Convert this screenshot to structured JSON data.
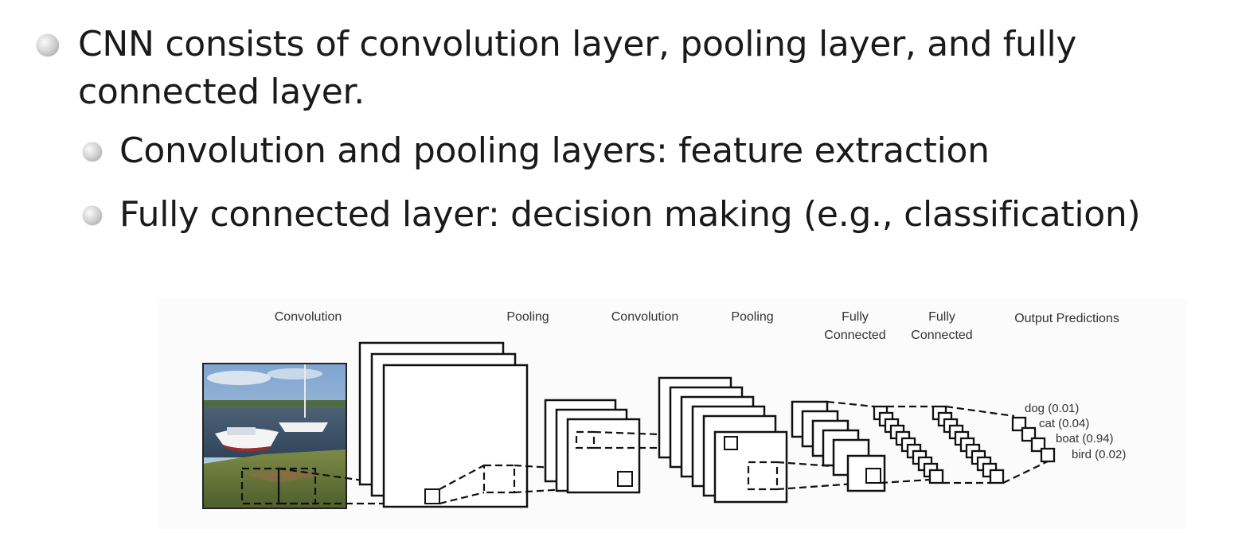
{
  "slide": {
    "bullet_main": "CNN consists of convolution layer, pooling layer, and fully connected layer.",
    "sub_bullets": [
      "Convolution and pooling layers: feature extraction",
      "Fully connected layer: decision making (e.g., classification)"
    ]
  },
  "diagram": {
    "stage_labels": {
      "conv1": "Convolution",
      "pool1": "Pooling",
      "conv2": "Convolution",
      "pool2": "Pooling",
      "fc1_line1": "Fully",
      "fc1_line2": "Connected",
      "fc2_line1": "Fully",
      "fc2_line2": "Connected",
      "output": "Output Predictions"
    },
    "predictions": [
      {
        "label": "dog (0.01)"
      },
      {
        "label": "cat (0.04)"
      },
      {
        "label": "boat (0.94)"
      },
      {
        "label": "bird (0.02)"
      }
    ],
    "input_image_icon": "boat-photo-icon"
  }
}
